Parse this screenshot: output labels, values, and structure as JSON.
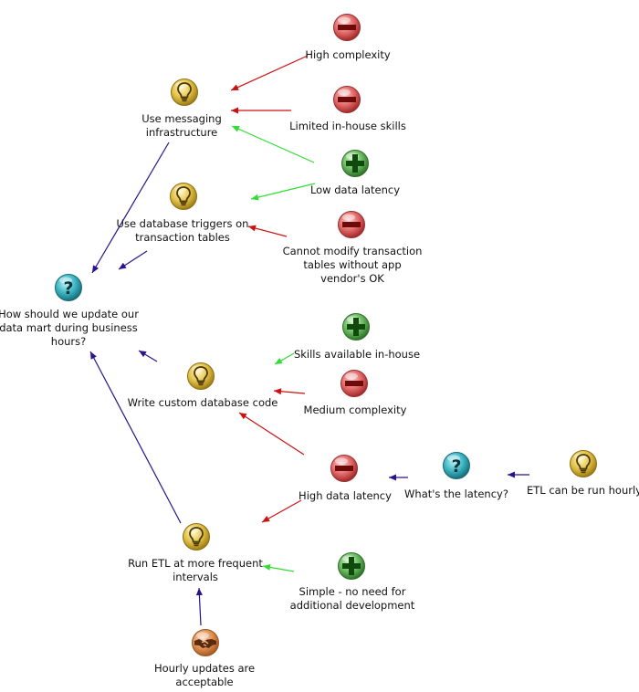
{
  "colors": {
    "background": "#ffffff",
    "pro_link": "#33dd33",
    "con_link": "#cc1111",
    "response_link": "#2a1388"
  },
  "icon_types": {
    "question": "question-icon",
    "idea": "lightbulb-icon",
    "pro": "plus-icon",
    "con": "minus-icon",
    "decision": "handshake-icon"
  },
  "nodes": {
    "question_main": {
      "type": "question",
      "label": "How should we update our\ndata mart during business\nhours?"
    },
    "idea_messaging": {
      "type": "idea",
      "label": "Use messaging\ninfrastructure"
    },
    "con_high_complexity": {
      "type": "con",
      "label": "High complexity"
    },
    "con_limited_skills": {
      "type": "con",
      "label": "Limited in-house skills"
    },
    "pro_low_latency": {
      "type": "pro",
      "label": "Low data latency"
    },
    "idea_triggers": {
      "type": "idea",
      "label": "Use database triggers on\ntransaction tables"
    },
    "con_cannot_modify": {
      "type": "con",
      "label": "Cannot modify transaction\ntables without app\nvendor's OK"
    },
    "pro_skills_available": {
      "type": "pro",
      "label": "Skills available in-house"
    },
    "idea_custom_code": {
      "type": "idea",
      "label": "Write custom database code"
    },
    "con_medium_complexity": {
      "type": "con",
      "label": "Medium complexity"
    },
    "con_high_latency": {
      "type": "con",
      "label": "High data latency"
    },
    "question_latency": {
      "type": "question",
      "label": "What's the latency?"
    },
    "idea_etl_hourly": {
      "type": "idea",
      "label": "ETL can be run hourly"
    },
    "idea_run_etl": {
      "type": "idea",
      "label": "Run ETL at more frequent\nintervals"
    },
    "pro_simple": {
      "type": "pro",
      "label": "Simple - no need for\nadditional development"
    },
    "decision_hourly_ok": {
      "type": "decision",
      "label": "Hourly updates are\nacceptable"
    }
  },
  "links": [
    {
      "from": "con_high_complexity",
      "to": "idea_messaging",
      "kind": "con"
    },
    {
      "from": "con_limited_skills",
      "to": "idea_messaging",
      "kind": "con"
    },
    {
      "from": "pro_low_latency",
      "to": "idea_messaging",
      "kind": "pro"
    },
    {
      "from": "pro_low_latency",
      "to": "idea_triggers",
      "kind": "pro"
    },
    {
      "from": "con_cannot_modify",
      "to": "idea_triggers",
      "kind": "con"
    },
    {
      "from": "idea_messaging",
      "to": "question_main",
      "kind": "response"
    },
    {
      "from": "idea_triggers",
      "to": "question_main",
      "kind": "response"
    },
    {
      "from": "idea_custom_code",
      "to": "question_main",
      "kind": "response"
    },
    {
      "from": "idea_run_etl",
      "to": "question_main",
      "kind": "response"
    },
    {
      "from": "pro_skills_available",
      "to": "idea_custom_code",
      "kind": "pro"
    },
    {
      "from": "con_medium_complexity",
      "to": "idea_custom_code",
      "kind": "con"
    },
    {
      "from": "con_high_latency",
      "to": "idea_custom_code",
      "kind": "con"
    },
    {
      "from": "con_high_latency",
      "to": "idea_run_etl",
      "kind": "con"
    },
    {
      "from": "question_latency",
      "to": "con_high_latency",
      "kind": "response"
    },
    {
      "from": "idea_etl_hourly",
      "to": "question_latency",
      "kind": "response"
    },
    {
      "from": "pro_simple",
      "to": "idea_run_etl",
      "kind": "pro"
    },
    {
      "from": "decision_hourly_ok",
      "to": "idea_run_etl",
      "kind": "response"
    }
  ]
}
